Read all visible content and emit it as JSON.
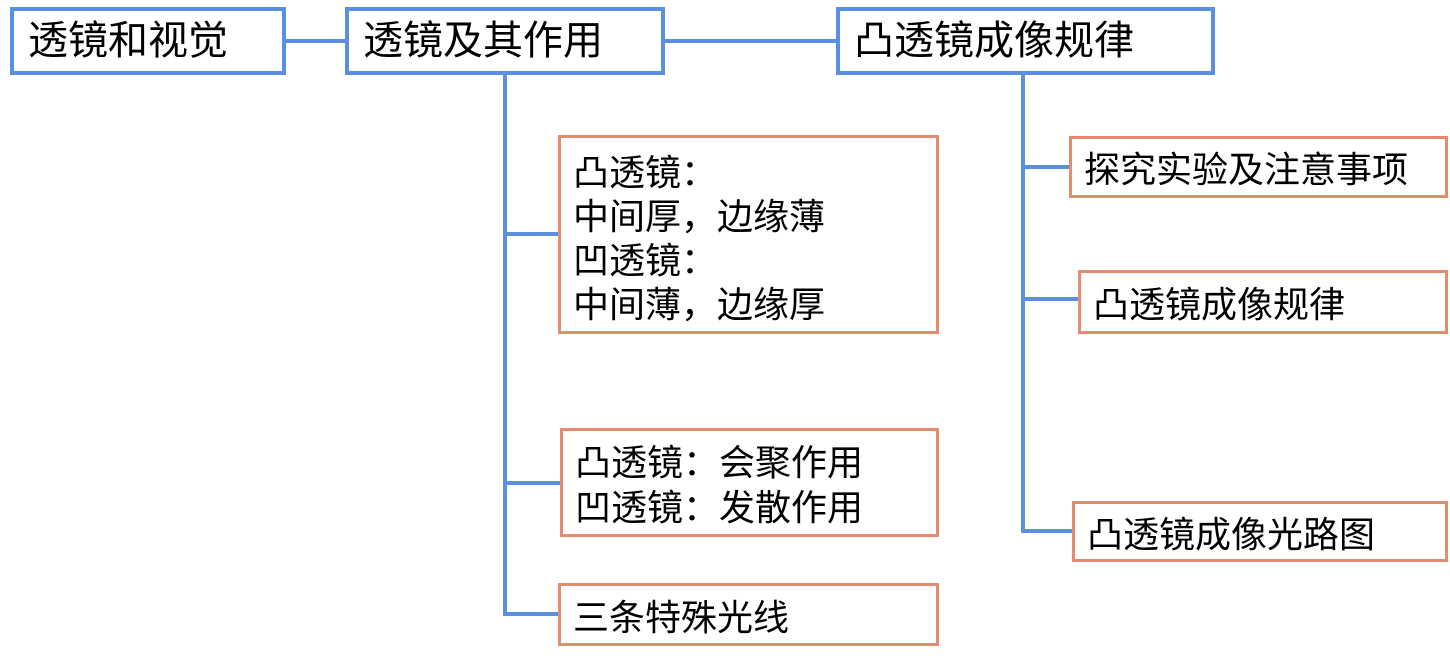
{
  "colors": {
    "connector": "#5b8fe0",
    "main_box_border": "#5b8fe0",
    "detail_box_border": "#e58b70"
  },
  "nodes": {
    "root": "透镜和视觉",
    "branch_1": "透镜及其作用",
    "branch_2": "凸透镜成像规律"
  },
  "branch_1_children": {
    "shape": [
      "凸透镜：",
      "中间厚，边缘薄",
      "凹透镜：",
      "中间薄，边缘厚"
    ],
    "function": [
      "凸透镜：会聚作用",
      "凹透镜：发散作用"
    ],
    "special_rays": "三条特殊光线"
  },
  "branch_2_children": {
    "experiment": "探究实验及注意事项",
    "rules": "凸透镜成像规律",
    "ray_diagram": "凸透镜成像光路图"
  }
}
